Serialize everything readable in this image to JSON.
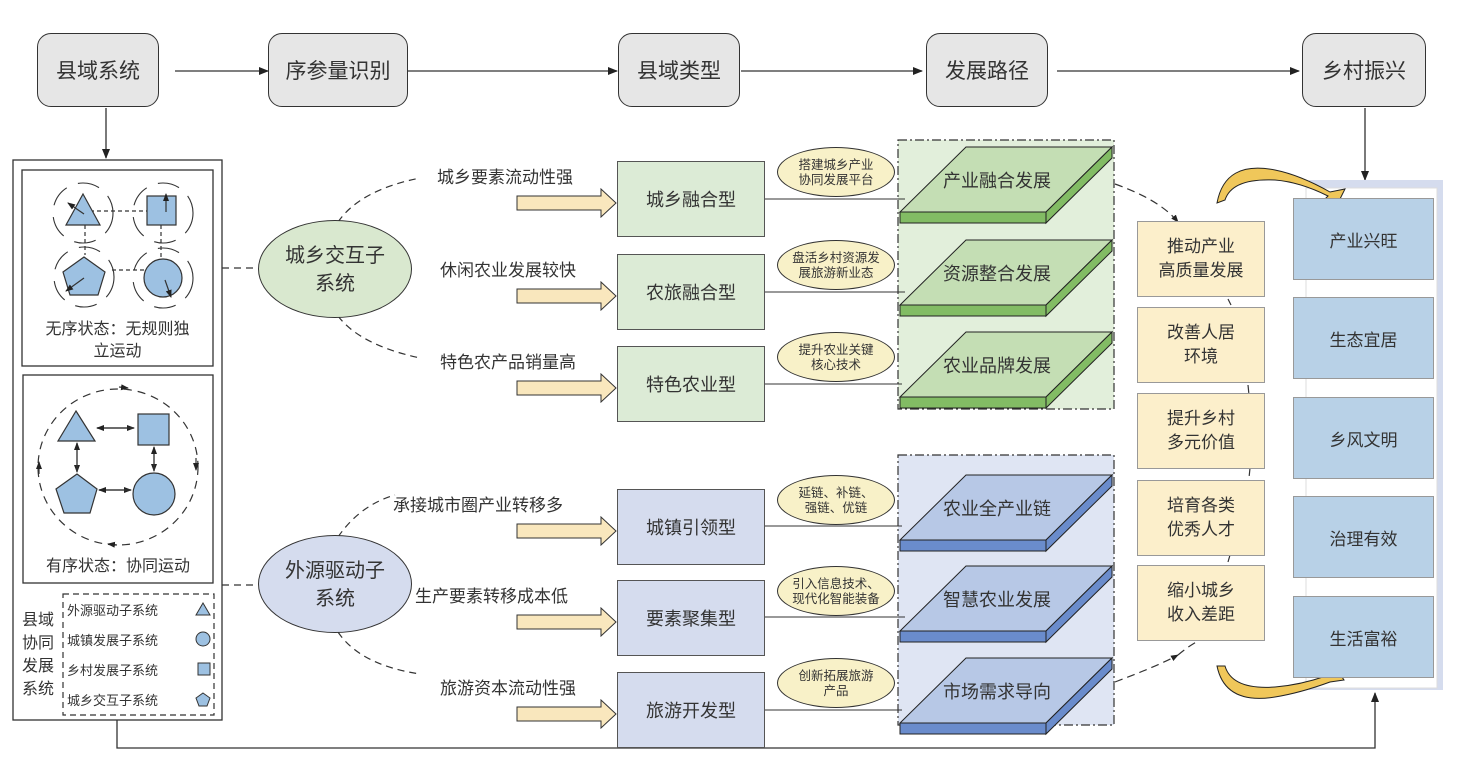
{
  "flow": {
    "steps": [
      "县域系统",
      "序参量识别",
      "县域类型",
      "发展路径",
      "乡村振兴"
    ]
  },
  "system_panel": {
    "disordered_caption_line1": "无序状态：无规则独",
    "disordered_caption_line2": "立运动",
    "ordered_caption": "有序状态：协同运动",
    "legend_title": [
      "县域",
      "协同",
      "发展",
      "系统"
    ],
    "legend_items": [
      {
        "label": "外源驱动子系统",
        "shape": "triangle-icon"
      },
      {
        "label": "城镇发展子系统",
        "shape": "circle-icon"
      },
      {
        "label": "乡村发展子系统",
        "shape": "square-icon"
      },
      {
        "label": "城乡交互子系统",
        "shape": "pentagon-icon"
      }
    ]
  },
  "subsystems": [
    {
      "name_line1": "城乡交互子",
      "name_line2": "系统",
      "color": "#d9e8cf",
      "branches": [
        {
          "condition": "城乡要素流动性强",
          "type": "城乡融合型",
          "measure_line1": "搭建城乡产业",
          "measure_line2": "协同发展平台",
          "path": "产业融合发展"
        },
        {
          "condition": "休闲农业发展较快",
          "type": "农旅融合型",
          "measure_line1": "盘活乡村资源发",
          "measure_line2": "展旅游新业态",
          "path": "资源整合发展"
        },
        {
          "condition": "特色农产品销量高",
          "type": "特色农业型",
          "measure_line1": "提升农业关键",
          "measure_line2": "核心技术",
          "path": "农业品牌发展"
        }
      ]
    },
    {
      "name_line1": "外源驱动子",
      "name_line2": "系统",
      "color": "#d5dcee",
      "branches": [
        {
          "condition": "承接城市圈产业转移多",
          "type": "城镇引领型",
          "measure_line1": "延链、补链、",
          "measure_line2": "强链、优链",
          "path": "农业全产业链"
        },
        {
          "condition": "生产要素转移成本低",
          "type": "要素聚集型",
          "measure_line1": "引入信息技术、",
          "measure_line2": "现代化智能装备",
          "path": "智慧农业发展"
        },
        {
          "condition": "旅游资本流动性强",
          "type": "旅游开发型",
          "measure_line1": "创新拓展旅游",
          "measure_line2": "产品",
          "path": "市场需求导向"
        }
      ]
    }
  ],
  "goals": [
    {
      "line1": "推动产业",
      "line2": "高质量发展"
    },
    {
      "line1": "改善人居",
      "line2": "环境"
    },
    {
      "line1": "提升乡村",
      "line2": "多元价值"
    },
    {
      "line1": "培育各类",
      "line2": "优秀人才"
    },
    {
      "line1": "缩小城乡",
      "line2": "收入差距"
    }
  ],
  "revitalization": [
    "产业兴旺",
    "生态宜居",
    "乡风文明",
    "治理有效",
    "生活富裕"
  ],
  "colors": {
    "flow_box": "#e6e6e6",
    "green_type": "#dcebd6",
    "green_slab_top": "#c4deb4",
    "green_slab_edge": "#82bc64",
    "blue_type": "#d5dcee",
    "blue_slab_top": "#b7c8e6",
    "blue_slab_edge": "#6a8ccc",
    "measure_bg": "#f8f1c8",
    "goal_bg": "#fcefcb",
    "revitalization_bg": "#b8d1e7",
    "arrow_fill": "#f9e7bd",
    "curve_arrow": "#f0c75a"
  }
}
